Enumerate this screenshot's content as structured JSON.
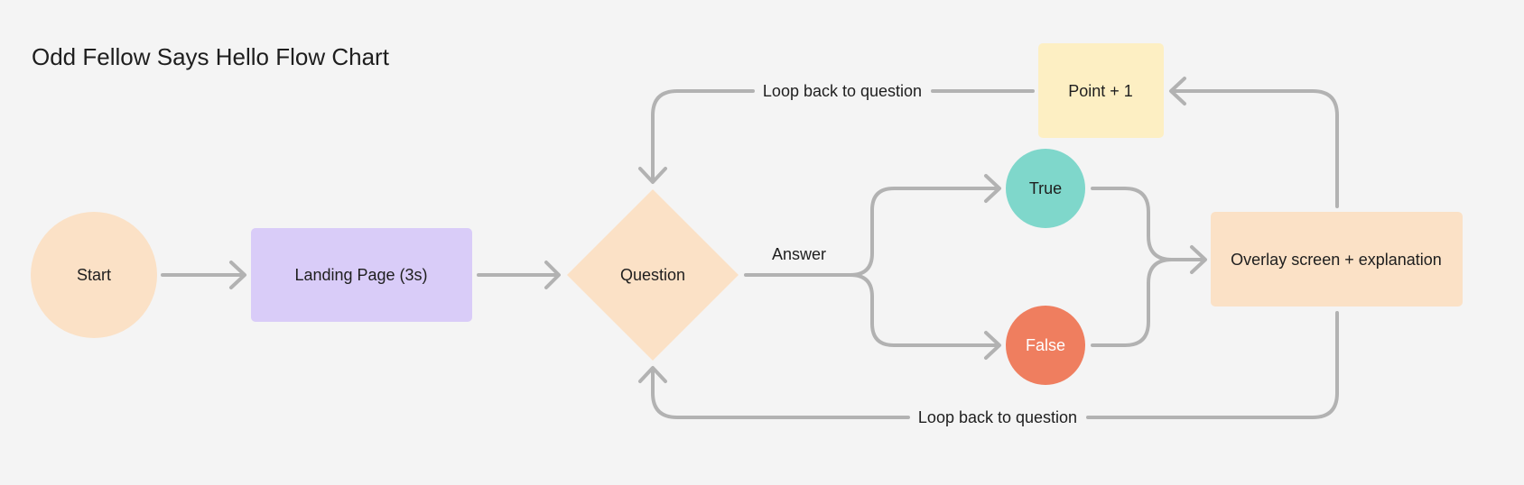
{
  "title": "Odd Fellow Says Hello Flow Chart",
  "colors": {
    "background": "#f4f4f4",
    "connector": "#b2b2b2",
    "text": "#1e1e1e",
    "peach": "#fbe1c6",
    "lavender": "#d9ccf8",
    "yellow": "#fdefc3",
    "teal": "#7fd7cb",
    "coral": "#ef7e5f"
  },
  "nodes": {
    "start": {
      "label": "Start",
      "shape": "circle",
      "color": "#fbe1c6"
    },
    "landing": {
      "label": "Landing Page (3s)",
      "shape": "rectangle",
      "color": "#d9ccf8"
    },
    "question": {
      "label": "Question",
      "shape": "diamond",
      "color": "#fbe1c6"
    },
    "true": {
      "label": "True",
      "shape": "circle",
      "color": "#7fd7cb"
    },
    "false": {
      "label": "False",
      "shape": "circle",
      "color": "#ef7e5f",
      "text_color": "#ffffff"
    },
    "overlay": {
      "label": "Overlay screen + explanation",
      "shape": "rectangle",
      "color": "#fbe1c6"
    },
    "point": {
      "label": "Point + 1",
      "shape": "rectangle",
      "color": "#fdefc3"
    }
  },
  "edges": {
    "answer": "Answer",
    "loop_top": "Loop back to question",
    "loop_bottom": "Loop back to question"
  }
}
